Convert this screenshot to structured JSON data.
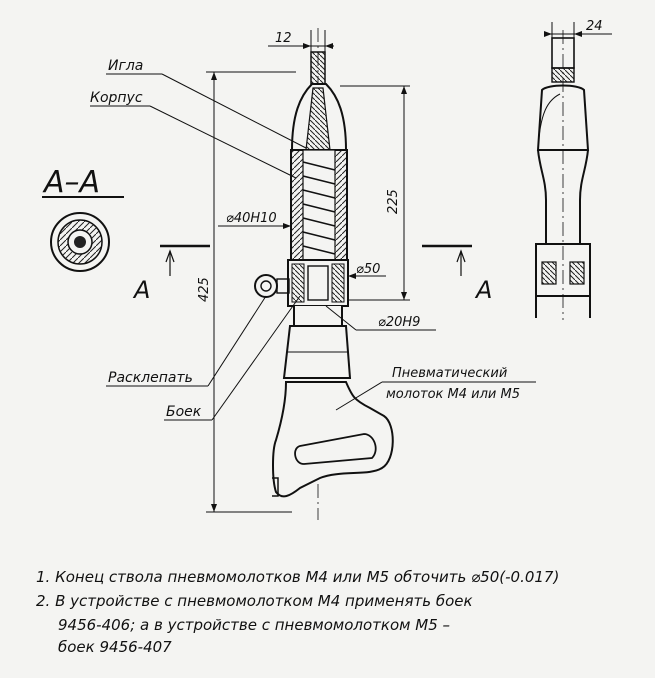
{
  "section_title": "А–А",
  "section_letter": "А",
  "dimensions": {
    "width_top": "12",
    "width_side": "24",
    "height_225": "225",
    "height_425": "425",
    "dia_40": "⌀40Н10",
    "dia_50": "⌀50",
    "dia_20": "⌀20Н9"
  },
  "callouts": {
    "igla": "Игла",
    "korpus": "Корпус",
    "rasklepat": "Расклепать",
    "boek": "Боек",
    "hammer_line1": "Пневматический",
    "hammer_line2": "молоток М4 или М5"
  },
  "notes": [
    "1. Конец ствола пневмомолотков М4 или М5 обточить ⌀50(-0.017)",
    "2. В устройстве с пневмомолотком М4 применять боек",
    "9456-406; а в устройстве с пневмомолотком М5 –",
    "боек 9456-407"
  ]
}
